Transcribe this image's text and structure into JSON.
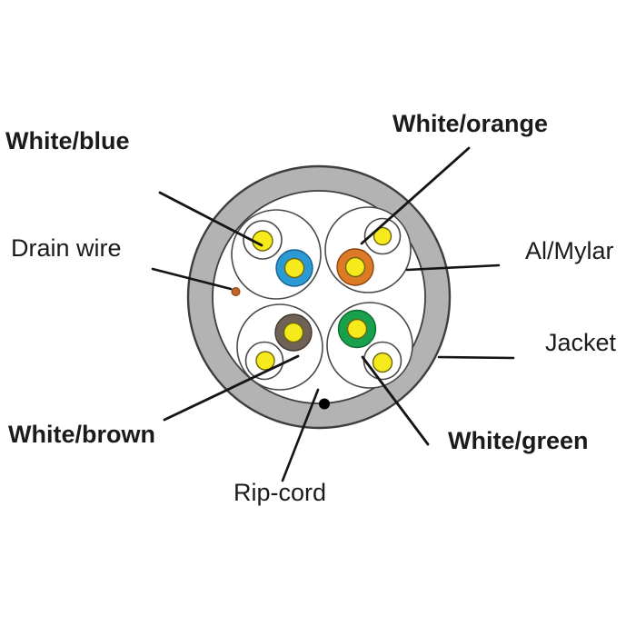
{
  "diagram": {
    "labels": {
      "white_blue": "White/blue",
      "white_orange": "White/orange",
      "drain_wire": "Drain wire",
      "al_mylar": "Al/Mylar",
      "jacket": "Jacket",
      "white_brown": "White/brown",
      "white_green": "White/green",
      "rip_cord": "Rip-cord"
    },
    "colors": {
      "jacket_gray": "#b3b3b3",
      "insulation_white": "#ffffff",
      "copper_yellow": "#f6ea1d",
      "blue": "#2b9ad4",
      "orange": "#dd7a26",
      "brown": "#6f6156",
      "green": "#18a04c",
      "drain_orange": "#c2642a",
      "rip_cord_black": "#000000"
    }
  }
}
